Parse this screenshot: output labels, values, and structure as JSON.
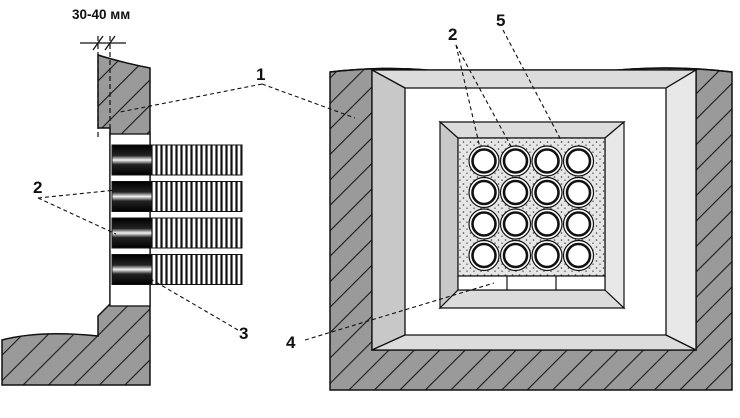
{
  "dimension_label": "30-40 мм",
  "callouts": {
    "c1": "1",
    "c2_left": "2",
    "c3": "3",
    "c4": "4",
    "c2_right": "2",
    "c5": "5"
  },
  "pipe_grid": {
    "rows": 4,
    "columns": 4
  },
  "side_pipes": 4,
  "colors": {
    "wall": "#9a9a9a",
    "hatch": "#1a1a1a",
    "sleeve": "#dcdcdc",
    "filler_dots": "#444444",
    "pipe_fill": "#ffffff",
    "stroke": "#111111"
  }
}
